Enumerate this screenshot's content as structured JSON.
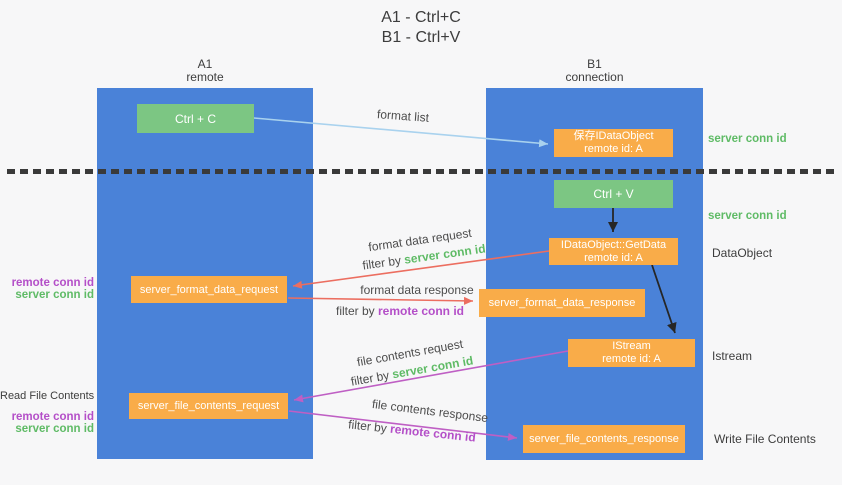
{
  "colors": {
    "background": "#f7f7f8",
    "column_blue": "#4a82d8",
    "box_green": "#7cc683",
    "box_orange": "#f9ac49",
    "arrow_red": "#ec6e60",
    "arrow_magenta": "#bf5fc4",
    "arrow_light_blue": "#a9d2ee",
    "arrow_black": "#262626",
    "id_green": "#5fbb66",
    "id_purple": "#b44fc8",
    "dashed_line": "#3a3a3a",
    "text_dark": "#3d3d3d"
  },
  "title": {
    "line1": "A1 - Ctrl+C",
    "line2": "B1 - Ctrl+V"
  },
  "columns": {
    "left": {
      "name": "A1",
      "subtitle": "remote"
    },
    "right": {
      "name": "B1",
      "subtitle": "connection"
    }
  },
  "boxes": {
    "ctrl_c": "Ctrl + C",
    "ctrl_v": "Ctrl + V",
    "save_idataobject": {
      "line1": "保存IDataObject",
      "line2": "remote id: A"
    },
    "idataobject_getdata": {
      "line1": "IDataObject::GetData",
      "line2": "remote id: A"
    },
    "istream": {
      "line1": "IStream",
      "line2": "remote id: A"
    },
    "server_format_data_request": "server_format_data_request",
    "server_format_data_response": "server_format_data_response",
    "server_file_contents_request": "server_file_contents_request",
    "server_file_contents_response": "server_file_contents_response"
  },
  "arrow_labels": {
    "format_list": "format list",
    "format_data_request": "format data request",
    "format_data_response": "format data response",
    "file_contents_request": "file contents request",
    "file_contents_response": "file contents response",
    "filter_by": "filter by ",
    "server_conn_id": "server conn id",
    "remote_conn_id": "remote conn id"
  },
  "side_labels": {
    "left_top": {
      "remote": "remote conn id",
      "server": "server conn id"
    },
    "read_file_contents": "Read File Contents",
    "left_bottom": {
      "remote": "remote conn id",
      "server": "server conn id"
    },
    "right_server_conn_1": "server conn id",
    "right_server_conn_2": "server conn id",
    "dataobject": "DataObject",
    "istream": "Istream",
    "write_file_contents": "Write File Contents"
  }
}
